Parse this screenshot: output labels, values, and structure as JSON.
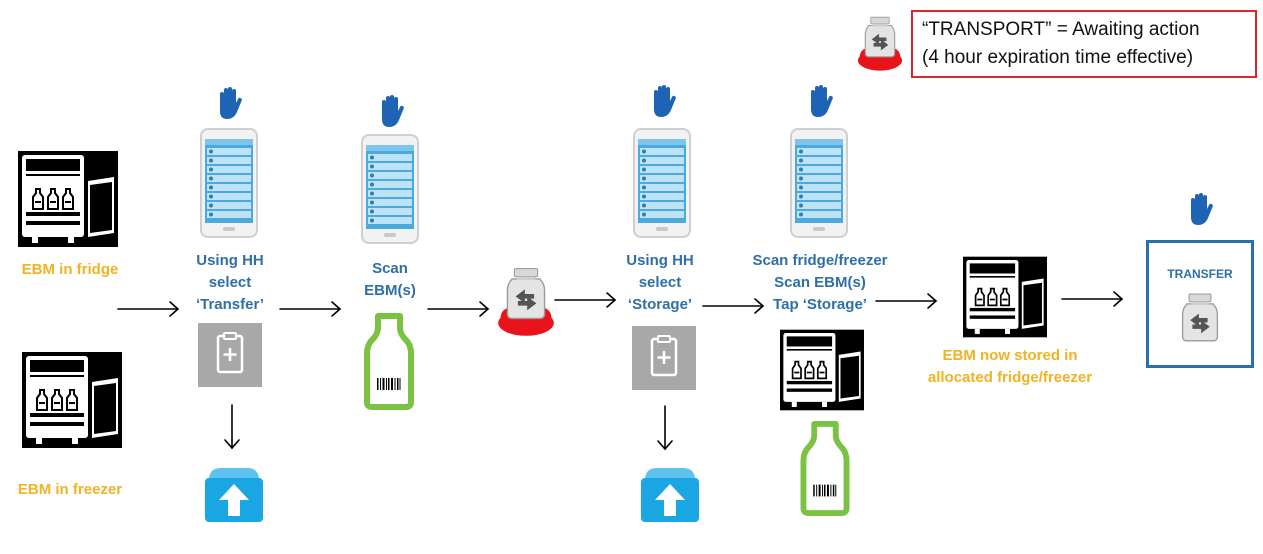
{
  "legend": {
    "line1": "“TRANSPORT” = Awaiting action",
    "line2": "(4 hour expiration time effective)",
    "icon": "transport-bottle-icon",
    "border_color": "#d9262b"
  },
  "left": {
    "fridge_label": "EBM in fridge",
    "freezer_label": "EBM in freezer",
    "icons": [
      "fridge-icon",
      "freezer-icon"
    ]
  },
  "step1": {
    "line1": "Using HH",
    "line2": "select",
    "line3": "‘Transfer’",
    "icons": [
      "hand-icon",
      "handheld-device-icon",
      "clipboard-plus-icon",
      "upload-box-icon"
    ]
  },
  "step2": {
    "line1": "Scan",
    "line2": "EBM(s)",
    "icons": [
      "hand-icon",
      "handheld-device-icon",
      "barcode-bottle-icon"
    ]
  },
  "step3": {
    "icons": [
      "transport-bottle-icon"
    ]
  },
  "step4": {
    "line1": "Using HH",
    "line2": "select",
    "line3": "‘Storage’",
    "icons": [
      "hand-icon",
      "handheld-device-icon",
      "clipboard-plus-icon",
      "upload-box-icon"
    ]
  },
  "step5": {
    "line1": "Scan fridge/freezer",
    "line2": "Scan EBM(s)",
    "line3": "Tap ‘Storage’",
    "icons": [
      "hand-icon",
      "handheld-device-icon",
      "fridge-icon",
      "barcode-bottle-icon"
    ]
  },
  "step6": {
    "line1": "EBM now stored in",
    "line2": "allocated fridge/freezer",
    "icons": [
      "fridge-icon"
    ]
  },
  "final": {
    "title": "TRANSFER",
    "icons": [
      "hand-icon",
      "transfer-bottle-icon"
    ]
  },
  "colors": {
    "blue_text": "#2f6fa8",
    "gold_text": "#f1b321",
    "green_bottle": "#7cc242",
    "hand_blue": "#1f64b4",
    "screen_blue": "#3aa7dd",
    "upload_blue": "#1aa6e3",
    "transport_red": "#e8141b"
  }
}
